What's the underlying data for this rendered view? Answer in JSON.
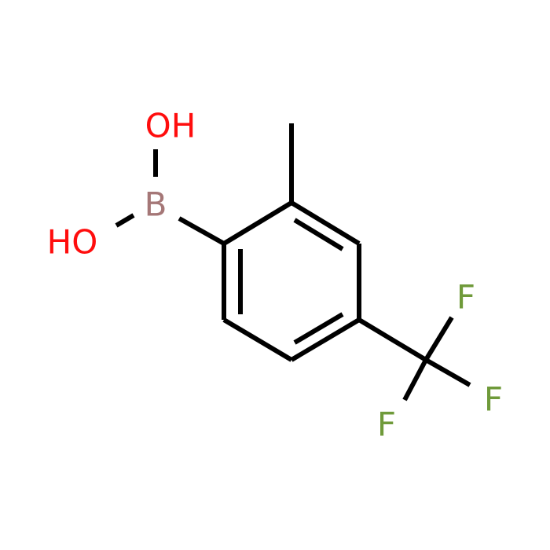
{
  "molecule": {
    "atoms": {
      "oh_top": {
        "text": "OH",
        "element": "O",
        "color": "#ff0d0d"
      },
      "oh_left": {
        "text": "HO",
        "element": "O",
        "color": "#ff0d0d"
      },
      "boron": {
        "text": "B",
        "element": "B",
        "color": "#a57777"
      },
      "fluorine_top": {
        "text": "F",
        "element": "F",
        "color": "#6f9a3a"
      },
      "fluorine_right": {
        "text": "F",
        "element": "F",
        "color": "#6f9a3a"
      },
      "fluorine_bottom": {
        "text": "F",
        "element": "F",
        "color": "#6f9a3a"
      }
    },
    "bond_color": "#000000"
  }
}
